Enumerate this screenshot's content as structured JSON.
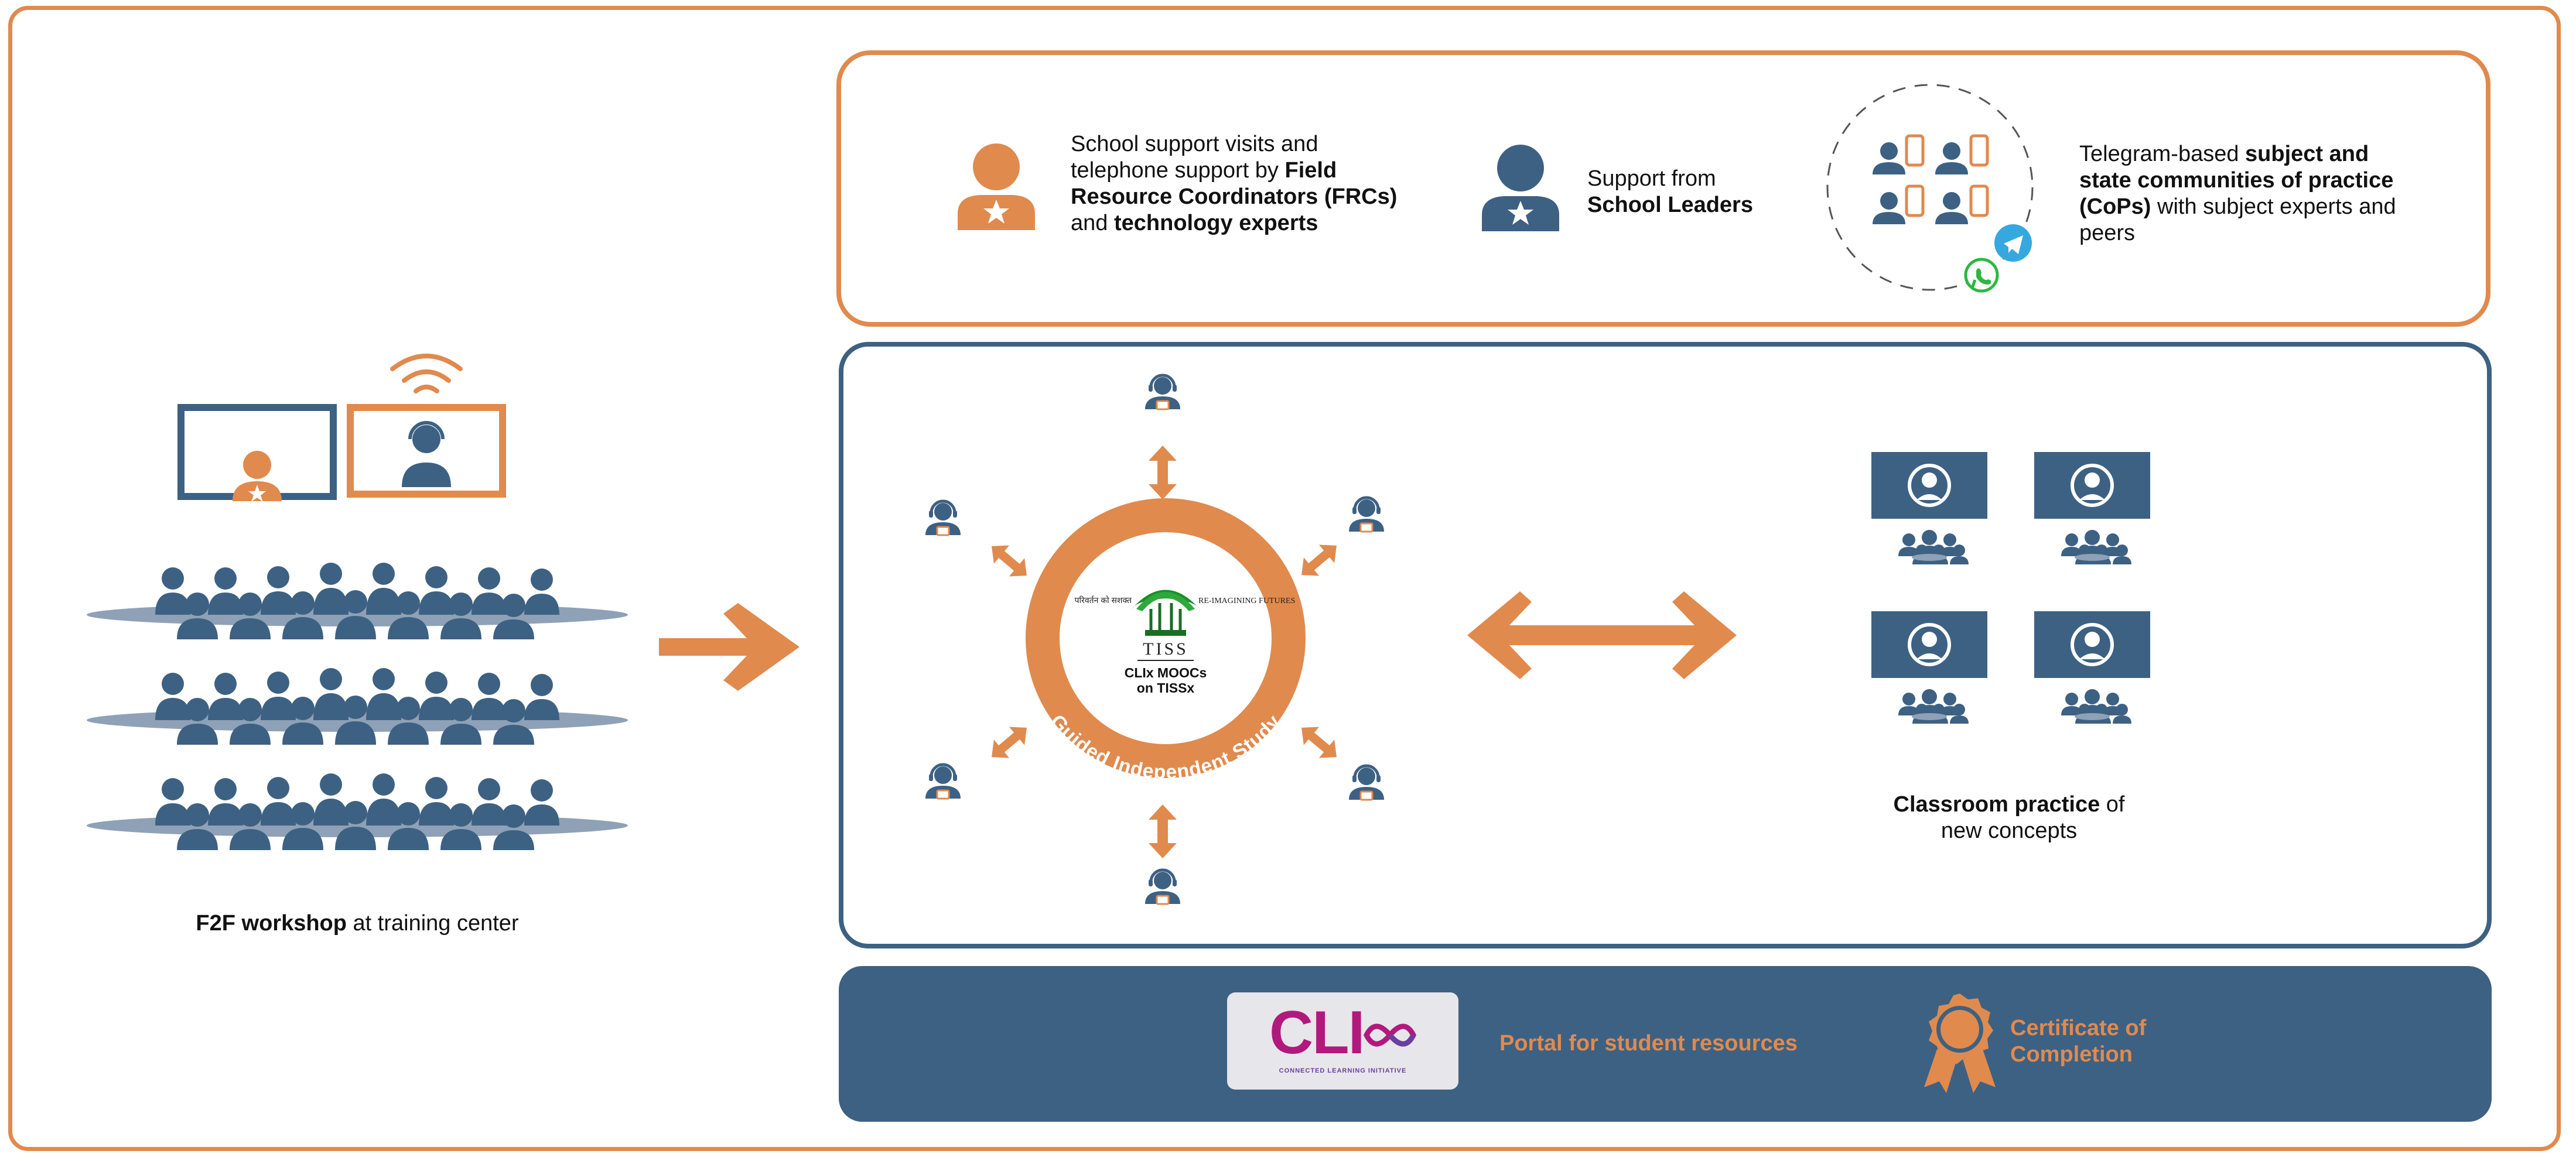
{
  "colors": {
    "orange": "#E08A4E",
    "blue": "#3D6183",
    "grey": "#8FA1B6",
    "telegram": "#35A8DF",
    "whatsapp": "#2DB742",
    "cli_magenta": "#B01A7C"
  },
  "support": {
    "frc": {
      "pre": "School support visits and telephone support by ",
      "b1": "Field Resource Coordinators (FRCs)",
      "mid": " and ",
      "b2": "technology experts"
    },
    "leaders": {
      "pre": "Support from",
      "b1": "School Leaders"
    },
    "telegram": {
      "pre": "Telegram-based ",
      "b1": "subject and state communities of practice (CoPs)",
      "post": " with subject experts and peers"
    }
  },
  "workshop": {
    "b1": "F2F workshop",
    "post": " at training center"
  },
  "gis": {
    "ring_text": "Guided Independent Study",
    "tiss_motto": "RE-IMAGINING FUTURES",
    "tiss_hindi": "परिवर्तन को सशक्त",
    "tiss_name": "TISS",
    "mooc_line1": "CLIx MOOCs",
    "mooc_line2": "on TISSx"
  },
  "classroom": {
    "b1": "Classroom practice",
    "post": " of",
    "line2": "new concepts"
  },
  "bottom": {
    "cli_logo": "CLI",
    "cli_sub": "CONNECTED LEARNING INITIATIVE",
    "portal": "Portal for student resources",
    "certificate": "Certificate of Completion",
    "certificate_line1": "Certificate of",
    "certificate_line2": "Completion"
  },
  "icons": [
    "frc-person-star-icon",
    "leader-person-star-icon",
    "phone-icon",
    "telegram-icon",
    "whatsapp-icon",
    "wifi-icon",
    "headset-learner-icon",
    "double-arrow-icon",
    "right-arrow-icon",
    "audience-icon",
    "classroom-icon",
    "certificate-badge-icon",
    "tiss-tree-logo"
  ]
}
